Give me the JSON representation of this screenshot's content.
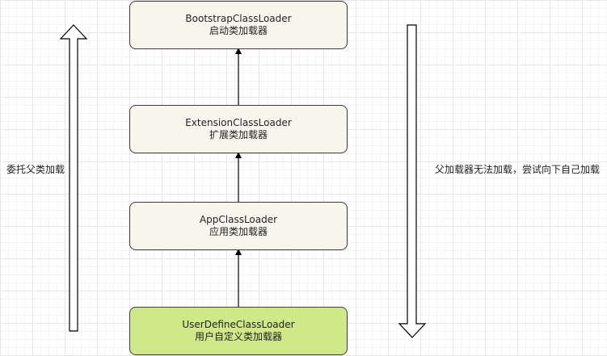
{
  "nodes": [
    {
      "id": "bootstrap",
      "name": "BootstrapClassLoader",
      "desc": "启动类加载器"
    },
    {
      "id": "extension",
      "name": "ExtensionClassLoader",
      "desc": "扩展类加载器"
    },
    {
      "id": "app",
      "name": "AppClassLoader",
      "desc": "应用类加载器"
    },
    {
      "id": "user",
      "name": "UserDefineClassLoader",
      "desc": "用户自定义类加载器"
    }
  ],
  "left_label": "委托父类加载",
  "right_label": "父加载器无法加载，尝试向下自己加载",
  "colors": {
    "node_fill": "#f8f6ec",
    "highlight_fill": "#cfe98a",
    "stroke": "#333333"
  }
}
